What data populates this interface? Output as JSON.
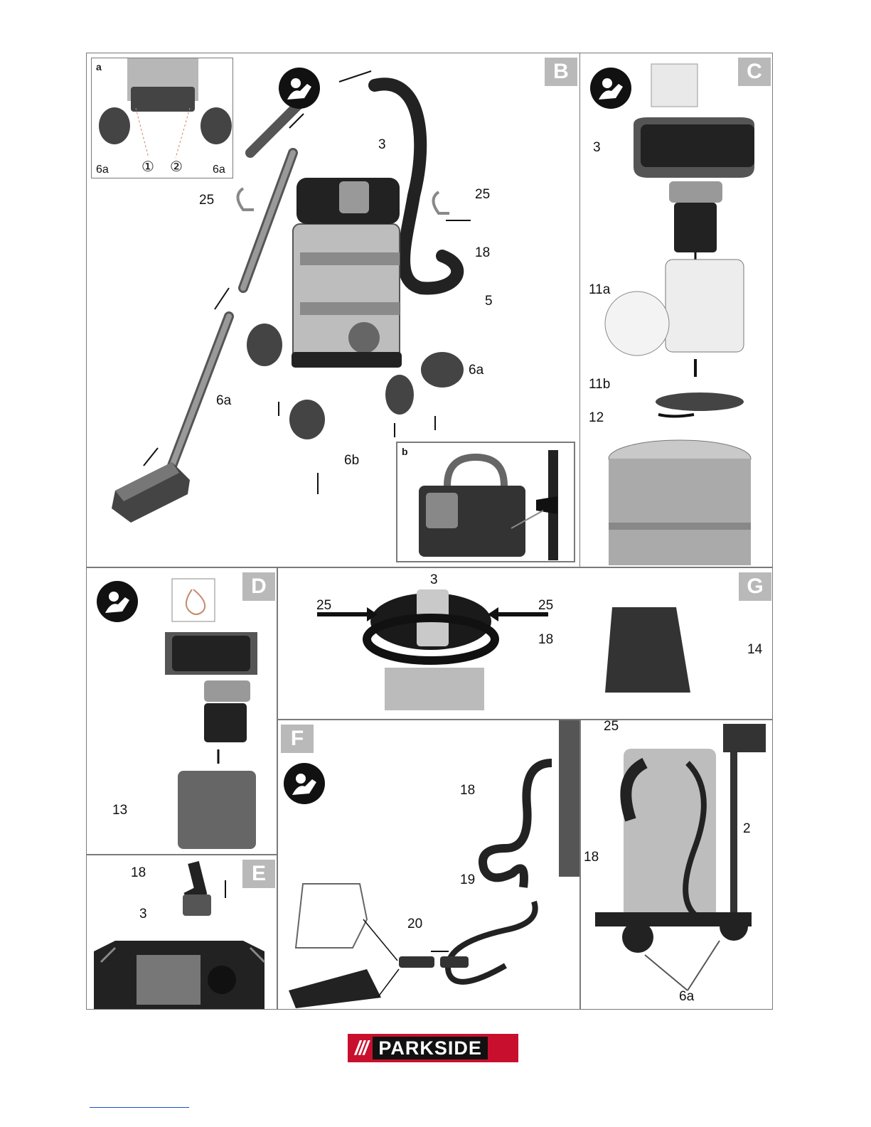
{
  "panels": {
    "B": {
      "letter": "B"
    },
    "C": {
      "letter": "C"
    },
    "D": {
      "letter": "D"
    },
    "E": {
      "letter": "E"
    },
    "F": {
      "letter": "F"
    },
    "G": {
      "letter": "G"
    }
  },
  "inset_a": {
    "letter": "a",
    "label_left": "6a",
    "label_right": "6a",
    "step1": "①",
    "step2": "②"
  },
  "inset_b": {
    "letter": "b"
  },
  "labels_B": {
    "l3": "3",
    "l25_left": "25",
    "l25_right": "25",
    "l18": "18",
    "l5": "5",
    "l6a_right": "6a",
    "l6a_left": "6a",
    "l6b": "6b"
  },
  "labels_C": {
    "l3": "3",
    "l11a": "11a",
    "l11b": "11b",
    "l12": "12"
  },
  "labels_D": {
    "l13": "13"
  },
  "labels_E": {
    "l18": "18",
    "l3": "3"
  },
  "labels_top_mid": {
    "l3": "3",
    "l25_left": "25",
    "l25_right": "25",
    "l18": "18"
  },
  "labels_G": {
    "l14": "14",
    "l25": "25",
    "l2": "2",
    "l18": "18",
    "l6a": "6a"
  },
  "labels_F": {
    "l18": "18",
    "l19": "19",
    "l20": "20"
  },
  "logo": {
    "slashes": "///",
    "brand": "PARKSIDE"
  },
  "colors": {
    "panel_letter_bg": "#b9b9b9",
    "logo_red": "#c8102e",
    "logo_black": "#111111"
  }
}
